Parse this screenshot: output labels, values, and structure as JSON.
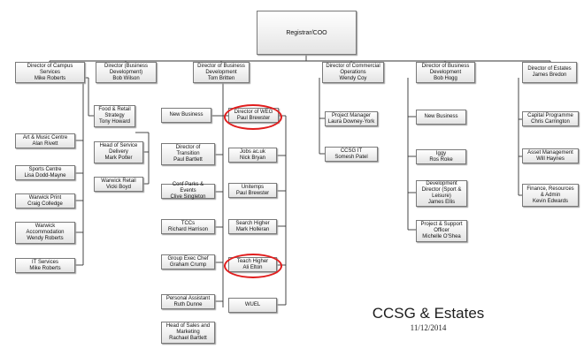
{
  "root": {
    "text": "Registrar/COO"
  },
  "columns": [
    {
      "head": "Director of Campus\nServices\nMike Roberts",
      "items": [
        "Art & Music Centre\nAlan Rivett",
        "Sports Centre\nLisa Dodd-Mayne",
        "Warwick Print\nCraig Colledge",
        "Warwick\nAccommodation\nWendy Roberts",
        "IT Services\nMike Roberts"
      ]
    },
    {
      "head": "Director (Business\nDevelopment)\nBob Wilson",
      "items": [
        "Food & Retail\nStrategy\nTony Howard",
        "Head of Service\nDelivery\nMark Potter",
        "Warwick Retail\nVicki Boyd"
      ]
    },
    {
      "head": "Director of Business\nDevelopment\nTom Britten",
      "left_items": [
        "New Business",
        "Director of\nTransition\nPaul Bartlett",
        "Conf Parks & Events\nClive Singleton",
        "TCCs\nRichard Harrison",
        "Group Exec Chef\nGraham Crump",
        "Personal Assistant\nRuth Dunne",
        "Head of Sales and\nMarketing\nRachael Bartlett"
      ],
      "right_items": [
        "Director of WEG\nPaul Brewster",
        "Jobs ac.uk\nNick Bryan",
        "Unitemps\nPaul Brewster",
        "Search Higher\nMark Holleran",
        "Teach Higher\nAli Elton",
        "WUEL"
      ]
    },
    {
      "head": "Director of Commercial\nOperations\nWendy Coy",
      "items": [
        "Project Manager\nLaura Downey-York",
        "CCSG IT\nSomesh Patel"
      ]
    },
    {
      "head": "Director of Business\nDevelopment\nBob Hogg",
      "items": [
        "New Business",
        "Iggy\nRos Roke",
        "Development\nDirector (Sport &\nLeisure)\nJames Ellis",
        "Project & Support\nOfficer\nMichelle O'Shea"
      ]
    },
    {
      "head": "Director of Estates\nJames Bredon",
      "items": [
        "Capital Programme\nChris Carrington",
        "Asset Management\nWill Haynes",
        "Finance, Resources\n& Admin\nKevin Edwards"
      ]
    }
  ],
  "footer": {
    "title": "CCSG & Estates",
    "date": "11/12/2014"
  },
  "colors": {
    "line": "#333333",
    "highlight": "#e11d1d",
    "box_border": "#7a7a7a"
  }
}
